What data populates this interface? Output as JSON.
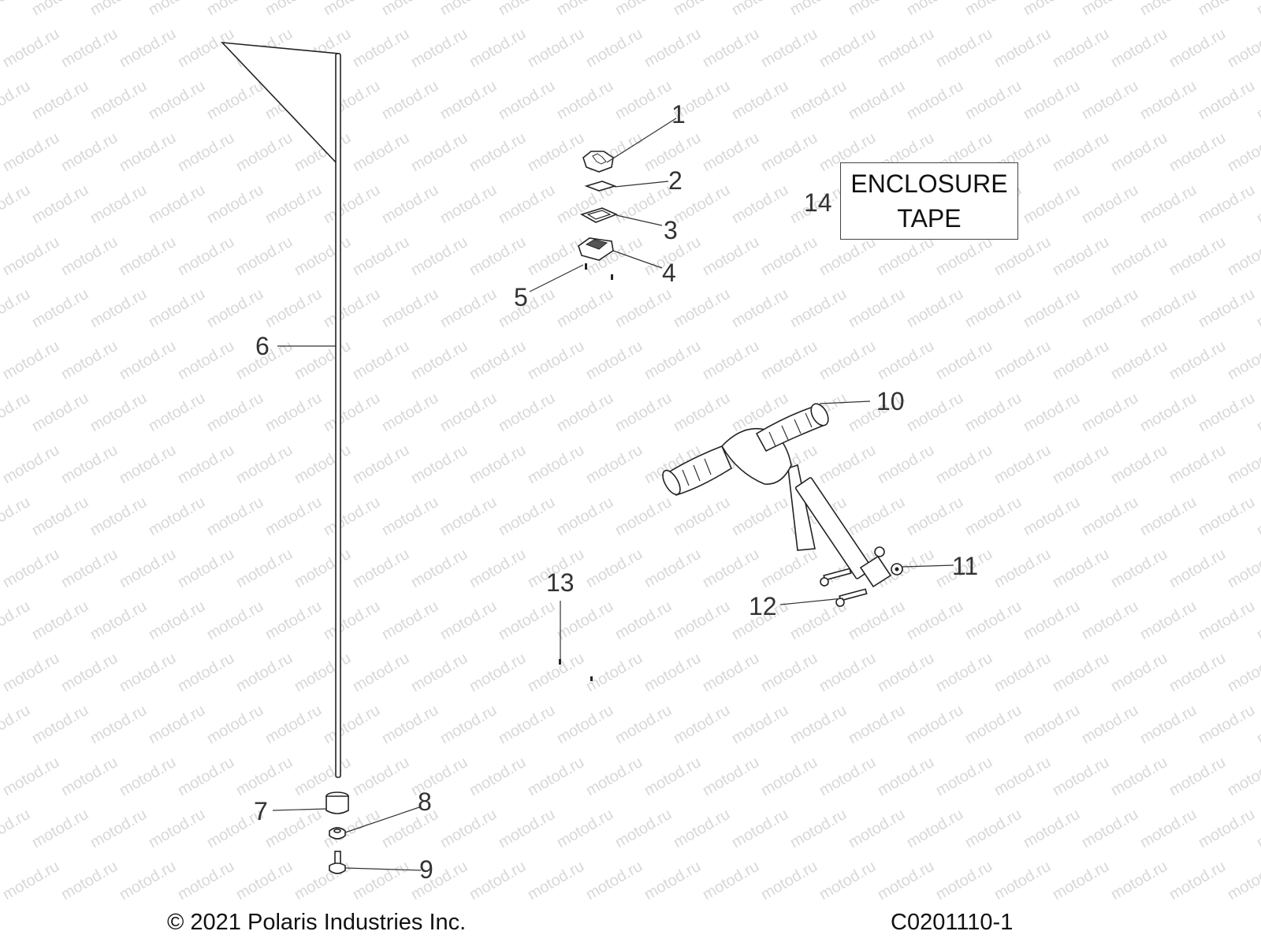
{
  "watermark": "motod.ru",
  "callouts": {
    "c1": "1",
    "c2": "2",
    "c3": "3",
    "c4": "4",
    "c5": "5",
    "c6": "6",
    "c7": "7",
    "c8": "8",
    "c9": "9",
    "c10": "10",
    "c11": "11",
    "c12": "12",
    "c13": "13",
    "c14": "14"
  },
  "enclosure": {
    "line1": "ENCLOSURE",
    "line2": "TAPE"
  },
  "footer": {
    "copyright": "© 2021 Polaris Industries Inc.",
    "code": "C0201110-1"
  }
}
